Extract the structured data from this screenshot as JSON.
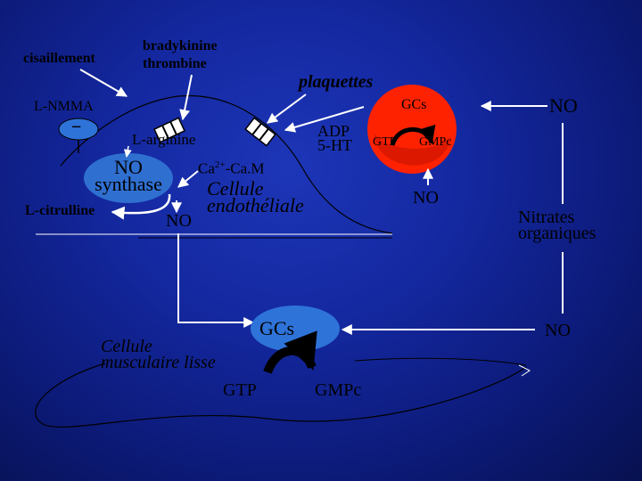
{
  "labels": {
    "cisaillement": "cisaillement",
    "bradykinine": "bradykinine",
    "thrombine": "thrombine",
    "plaquettes": "plaquettes",
    "lnmma": "L-NMMA",
    "inhibition_sign": "−",
    "larginine": "L-arginine",
    "adp": "ADP",
    "ht5": "5-HT",
    "no_synthase_line1": "NO",
    "no_synthase_line2": "synthase",
    "ca_cam_prefix": "Ca",
    "ca_cam_sup": "2+",
    "ca_cam_suffix": "-Ca.M",
    "cellule_endo_line1": "Cellule",
    "cellule_endo_line2": "endothéliale",
    "lcitrulline": "L-citrulline",
    "no_endo": "NO",
    "gcs_platelet": "GCs",
    "gtp_platelet": "GTP",
    "gmpc_platelet": "GMPc",
    "no_platelet": "NO",
    "no_top_right": "NO",
    "nitrates_line1": "Nitrates",
    "nitrates_line2": "organiques",
    "gcs_muscle": "GCs",
    "no_right_mid": "NO",
    "cellule_muscle_line1": "Cellule",
    "cellule_muscle_line2": "musculaire lisse",
    "gtp_muscle": "GTP",
    "gmpc_muscle": "GMPc"
  },
  "colors": {
    "background": "#1428a0",
    "platelet_red": "#ff2200",
    "platelet_dark": "#d81800",
    "gcs_blue": "#2e73d8",
    "nos_blue": "#2f6fd0",
    "line_white": "#ffffff"
  }
}
